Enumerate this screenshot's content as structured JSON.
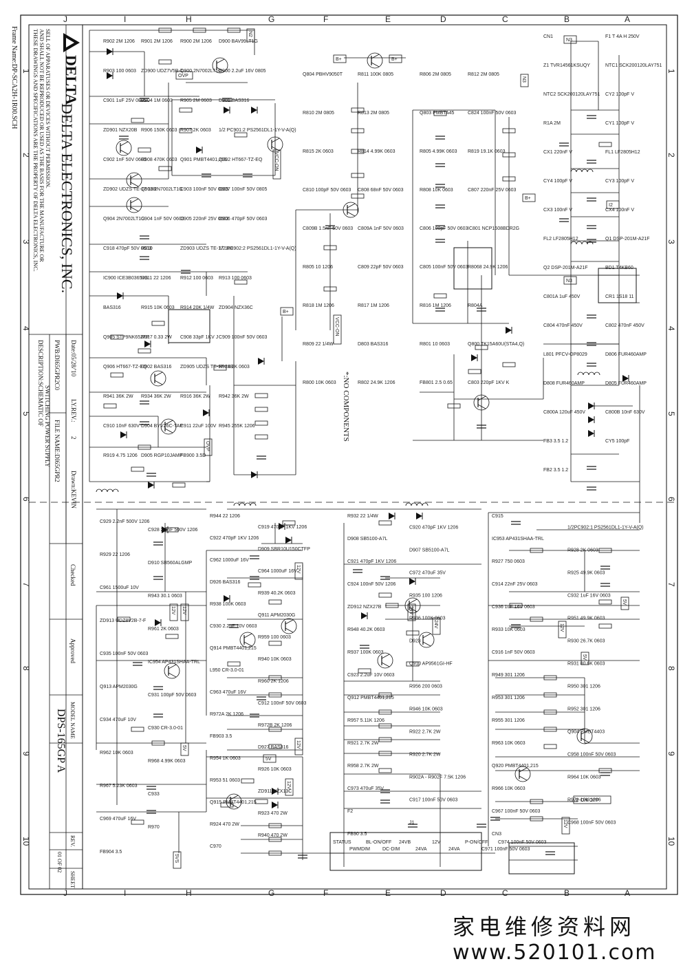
{
  "frame_name": "Frame Name:DP-SCA2H-1R00.SCH",
  "grid_letters_top": [
    "J",
    "I",
    "H",
    "G",
    "F",
    "E",
    "D",
    "C",
    "B",
    "A"
  ],
  "grid_letters_bottom": [
    "J",
    "I",
    "H",
    "G",
    "F",
    "E",
    "D",
    "C",
    "B",
    "A"
  ],
  "grid_numbers": [
    "1",
    "2",
    "3",
    "4",
    "5",
    "6",
    "7",
    "8",
    "9",
    "10"
  ],
  "title_block": {
    "notice_lines": [
      "THESE DRAWINGS AND SPECIFICATIONS ARE THE PROPERTY OF DELTA ELECTRONICS, INC.",
      "AND SHALL NOT BE REPRODUCED OR USED AS THE BASIS FOR THE MANUFACTURE OR",
      "SELL OF APPARATUSES OR DEVICES WITHOUT PERMISSION."
    ],
    "logo_text": "DELTA",
    "company": "DELTA ELECTRONICS, INC.",
    "date": "Date:05/28/'10",
    "lyrev": "LY.REV.:",
    "lyrev_value": "2",
    "drawn": "Drawn:KEVIN",
    "pwb": "PWB:DI65GPR2C0",
    "file": "FILE NAME:DI65GPR2",
    "description_1": "DESCRIPTION:SCHEMATIC OF",
    "description_2": "SWITCHING POWER SUPPLY",
    "checked": "Checked",
    "approved": "Approved",
    "model_name_label": "MODEL NAME",
    "model_name": "DPS-165GP A",
    "rev_label": "REV.",
    "sheet_label": "SHEET",
    "sheet_value": "01 OF 02"
  },
  "note": "*:NO COMPONENTS",
  "components": {
    "primary": [
      "R902 2M 1206",
      "R901 2M 1206",
      "R900 2M 1206",
      "D900 BAV99LT1G",
      "R903 100 0603",
      "ZD900 UDZ7V5B-7",
      "Q900 2N7002LT1G",
      "C900 2.2uF 16V 0805",
      "C901 1uF 25V 0805",
      "R904 1M 0603",
      "R905 2M 0603",
      "D901 BAS316",
      "ZD901 NZX20B",
      "R906 150K 0603",
      "R907 2K 0603",
      "1/2 PC901:2 PS2561DL1-1Y-V-A(Q)",
      "C902 1nF 50V 0603",
      "R908 470K 0603",
      "Q901 PMBT4401,215",
      "Q902 HT667-TZ-EQ",
      "ZD902 UDZS TE-17 18B",
      "Q903 2N7002LT1G",
      "C903 100nF 50V 0805",
      "C907 100nF 50V 0805",
      "Q904 2N7002LT1G",
      "C904 1nF 50V 0603",
      "C905 220nF 25V 0603",
      "C906 470pF 50V 0603",
      "C918 470pF 50V 0603",
      "R910",
      "ZD903 UDZS TE-17 18B",
      "1/2 PC902:2 PS2561DL1-1Y-V-A(Q)",
      "IC900 ICE3B0365JG",
      "R911 22 1206",
      "R912 100 0603",
      "R913 100 0603",
      "BAS316",
      "R915 10K 0603",
      "R914 20K 1/4W",
      "ZD904 NZX36C",
      "Q905 STP9NK65ZFP",
      "R917 0.33 2W",
      "C908 33pF 1KV J",
      "C909 100nF 50V 0603",
      "Q906 HT667-TZ-EQ",
      "D902 BAS316",
      "ZD905 UDZS TE-17 24B",
      "R918 2K 0603",
      "R941 36K 2W",
      "R934 36K 2W",
      "R916 36K 2W",
      "R942 36K 2W",
      "C910 10nF 630V",
      "D904 BYV26C-TAP",
      "C911 22uF 100V",
      "R945 255K 1206",
      "R919 4.75 1206",
      "D905 RGP10JAMP",
      "FB900 3.5D"
    ],
    "pfc": [
      "Q804 PBHV9050T",
      "R811 100K 0805",
      "R806 2M 0805",
      "R812 2M 0805",
      "R810 2M 0805",
      "R813 2M 0805",
      "Q803 PMBTA45",
      "C824 100nF 50V 0603",
      "R815 2K 0603",
      "R814 4.99K 0603",
      "R805 4.99K 0603",
      "R819 19.1K 0603",
      "C810 100pF 50V 0603",
      "C808 68nF 50V 0603",
      "R808 10K 0603",
      "C807 220nF 25V 0603",
      "C809B 1.5nF 50V 0603",
      "C809A 1nF 50V 0603",
      "C806 100pF 50V 0603",
      "IC801 NCP1608BDR2G",
      "R805 10 1206",
      "C809 22pF 50V 0603",
      "C805 100nF 50V 0603",
      "R8068 24.9K 1206",
      "R818 1M 1206",
      "R817 1M 1206",
      "R816 1M 1206",
      "R804A",
      "R809 22 1/4W",
      "D803 BAS316",
      "R801 10 0603",
      "Q800 TK15A60U(STA4,Q)",
      "R800 10K 0603",
      "R802 24.9K 1206",
      "FB801 2.5 0.65",
      "C803 220pF 1KV K"
    ],
    "input": [
      "CN1",
      "F1 T 4A H 250V",
      "Z1 TVR14561KSUQY",
      "NTC1 SCK200120LAY751",
      "NTC2 SCK200120LAY751",
      "CY2 100pF V",
      "R1A 2M",
      "CY1 100pF V",
      "CX1 220nF V",
      "FL1 LF2805H12",
      "CY4 100pF V",
      "CY3 100pF V",
      "CX3 100nF V",
      "CX4 100nF V",
      "FL2 LF2805H12",
      "Q1 DSP-201M-A21F",
      "Q2 DSP-201M-A21F",
      "BD1 T4KB60",
      "C801A 1uF 450V",
      "CR1 1S18 11",
      "C804 470nF 450V",
      "C802 470nF 450V",
      "L801 PFCV-OP8029",
      "D806 FUR460AMP",
      "D808 FUR460AMP",
      "D805 FUR460AMP",
      "C800A 120uF 450V",
      "C800B 10nF 630V",
      "FB3 3.5 1.2",
      "CY5 100pF",
      "FB2 3.5 1.2"
    ],
    "secondary_5v": [
      "C929 2.2nF 500V 1206",
      "C928 2.2nF 500V 1206",
      "R929 22 1206",
      "D910 SB560ALGMP",
      "C961 1500uF 10V",
      "R943 30.1 0603",
      "ZD913 UDZ8V2B-7-F",
      "R961 2K 0603",
      "C935 100nF 50V 0603",
      "IC954 AP431SHAA-TRL",
      "Q913 APM2030G",
      "C931 100pF 50V 0603",
      "C934 470uF 10V",
      "C930 CR-3.0-01",
      "R962 10K 0603",
      "R968 4.99K 0603",
      "R967 5.23K 0603",
      "C933",
      "C969 470uF 16V",
      "R970",
      "FB904 3.5"
    ],
    "secondary_12v": [
      "R944 22 1206",
      "C919 470pF 1KV 1206",
      "C922 470pF 1KV 1206",
      "D909 SBR10U150CTFP",
      "C962 1000uF 16V",
      "C964 1000uF 16V",
      "D926 BAS316",
      "R939 40.2K 0603",
      "R938 100K 0603",
      "Q911 APM2030G",
      "C930 2.2uF 10V 0603",
      "R959 100 0603",
      "Q914 PMBT4401,215",
      "R940 10K 0603",
      "L950 CR-3.0-01",
      "R960 2K 1206",
      "C963 470uF 16V",
      "C912 100nF 50V 0603",
      "R972A 2K 1206",
      "R972B 2K 1206",
      "FB903 3.5",
      "D927 BAS316",
      "R954 1K 0603",
      "R926 10K 0603",
      "R953 51 0603",
      "ZD911 NZX13C",
      "Q915 PMBT4401,215",
      "R923 470 2W",
      "R924 470 2W",
      "R940 470 2W",
      "C970"
    ],
    "secondary_24v": [
      "R932 22 1/4W",
      "C920 470pF 1KV 1206",
      "D908 SB5100-A7L",
      "D907 SB5100-A7L",
      "C921 470pF 1KV 1206",
      "C972 470uF 35V",
      "C924 100nF 50V 1206",
      "R935 100 1206",
      "ZD912 NZX27B",
      "R936 100K 0603",
      "R948 40.2K 0603",
      "D923",
      "R937 100K 0603",
      "Q910 AP9561GI-HF",
      "C923 2.2uF 10V 0603",
      "R956 200 0603",
      "Q912 PMBT4401,215",
      "R946 10K 0603",
      "R957 5.11K 1206",
      "R922 2.7K 2W",
      "R921 2.7K 2W",
      "R920 2.7K 2W",
      "R958 2.7K 2W",
      "R902A - R902F 7.5K 1206",
      "C973 470uF 35V",
      "C917 100nF 50V 0603",
      "F2",
      "J1",
      "FB90 3.5"
    ],
    "feedback": [
      "C915",
      "1/2PC902:1 PS2561DL1-1Y-V-A(Q)",
      "IC953 AP431SHAA-TRL",
      "R928 2K 0603",
      "R927 750 0603",
      "R925 49.9K 0603",
      "C914 22nF 25V 0603",
      "C932 1uF 16V 0603",
      "C936 1uF 16V 0603",
      "R951 49.9K 0603",
      "R933 10K 0603",
      "R930 26.7K 0603",
      "C916 1nF 50V 0603",
      "R931 80.6K 0603",
      "R949 301 1206",
      "R950 301 1206",
      "R953 301 1206",
      "R952 301 1206",
      "R955 301 1206",
      "Q904 PMBT4403",
      "R963 10K 0603",
      "C958 100nF 50V 0603",
      "Q920 PMBT4401,215",
      "R964 10K 0603",
      "R966 10K 0603",
      "R971 10K 1206",
      "C967 100nF 50V 0603",
      "C968 100nF 50V 0603",
      "CN3"
    ],
    "connector_cn2": [
      "STATUS",
      "PWMDIM",
      "BL-ON/OFF",
      "DC-DIM",
      "24VB",
      "24VA",
      "12V",
      "24VA",
      "P-ON/OFF",
      "C971 100nF 50V 0603",
      "C974 100nF 50V 0603"
    ]
  },
  "nets": [
    "N2",
    "OVP",
    "VCC-ON",
    "B+",
    "N3",
    "I2",
    "12V",
    "5V",
    "24V",
    "5VS",
    "P-ON/OFF",
    "13V"
  ],
  "watermark_cn": "家电维修资料网",
  "watermark_url": "www.520101.com"
}
